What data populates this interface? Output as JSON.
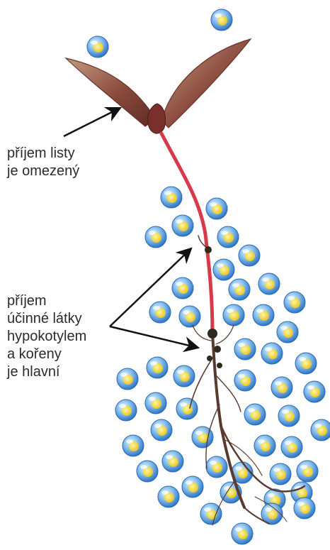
{
  "labels": {
    "leaves": [
      "příjem listy",
      "je omezený"
    ],
    "roots": [
      "příjem",
      "účinné látky",
      "hypokotylem",
      "a kořeny",
      "je hlavní"
    ]
  },
  "colors": {
    "sphere_outer": "#4a8fd6",
    "sphere_core": "#f0e03a",
    "stem": "#d83a4a",
    "leaf": "#9a5a48",
    "root": "#5a3a2e",
    "arrow": "#111111"
  },
  "icons": {
    "particle": "active-substance-particle-icon",
    "seedling": "seedling-icon"
  }
}
